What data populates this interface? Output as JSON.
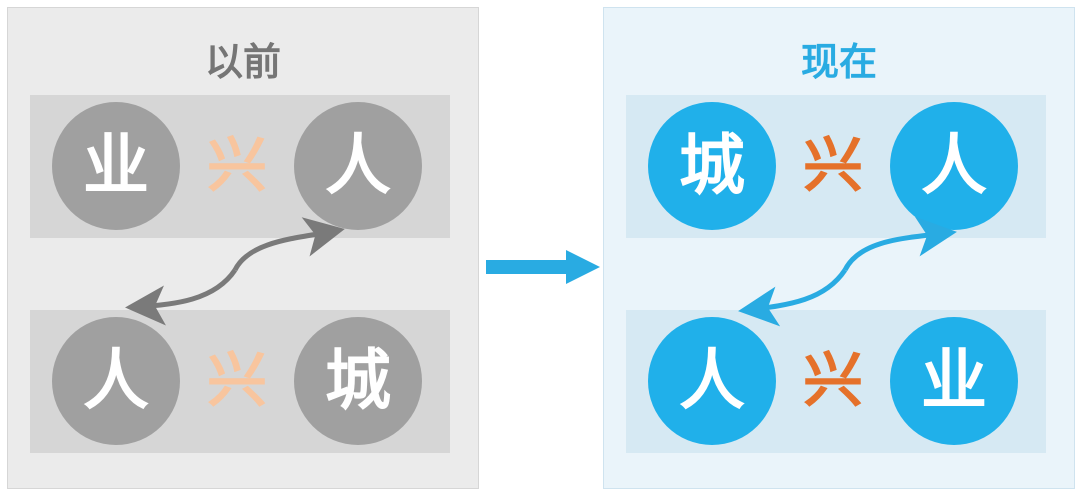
{
  "before": {
    "title": "以前",
    "top_row": {
      "left": "业",
      "middle": "兴",
      "right": "人"
    },
    "bottom_row": {
      "left": "人",
      "middle": "兴",
      "right": "城"
    }
  },
  "after": {
    "title": "现在",
    "top_row": {
      "left": "城",
      "middle": "兴",
      "right": "人"
    },
    "bottom_row": {
      "left": "人",
      "middle": "兴",
      "right": "业"
    }
  },
  "colors": {
    "before_circle": "#a0a0a0",
    "before_glyph": "#f8c59e",
    "after_circle": "#20b0ea",
    "after_glyph": "#e5712a",
    "transition_arrow": "#29abe2",
    "before_link_arrow": "#7a7a7a",
    "after_link_arrow": "#29abe2"
  }
}
